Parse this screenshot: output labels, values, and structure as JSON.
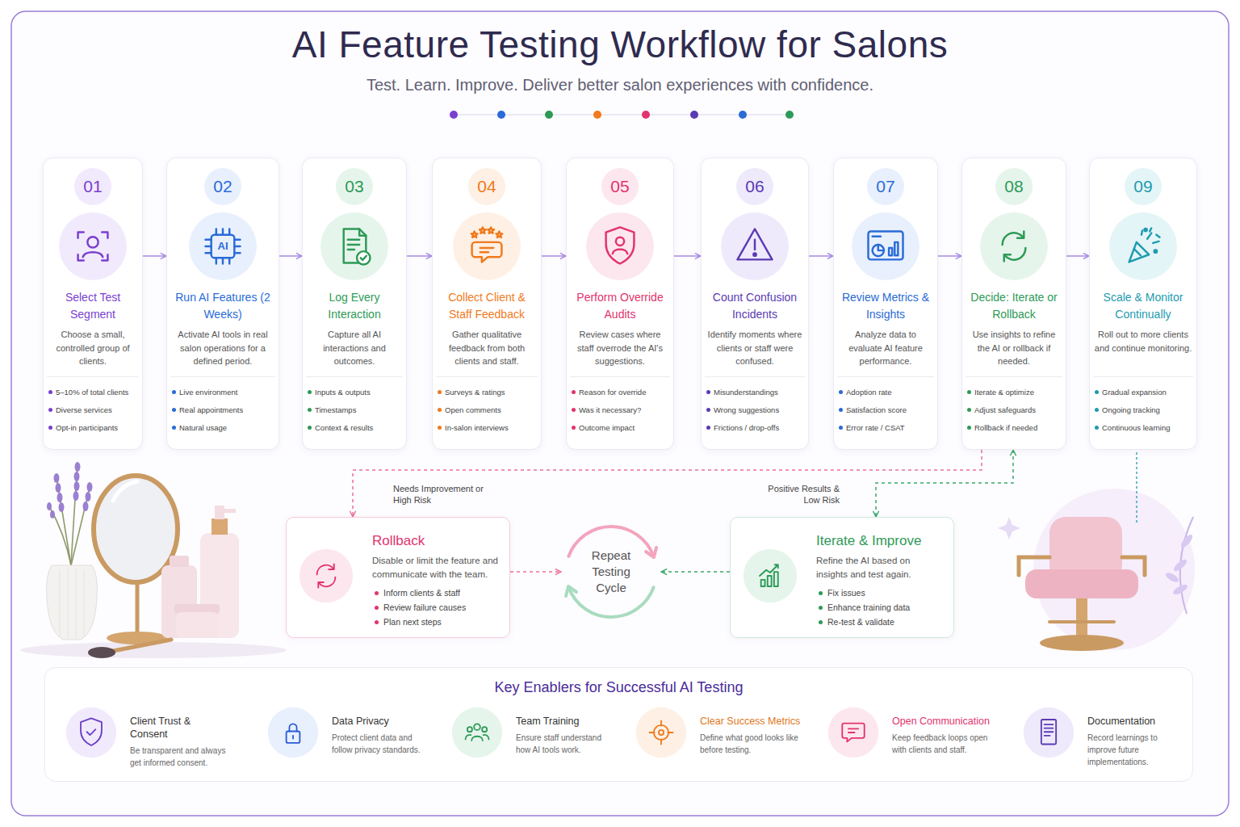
{
  "diagram": {
    "title": "AI Feature Testing Workflow for Salons",
    "caption": "Test. Learn. Improve. Deliver better salon experiences with confidence.",
    "nodes": [
      {
        "text": [
          "01",
          "Select Test Segment",
          "Choose a small, controlled group of clients.",
          "5–10% of total clients",
          "Diverse services",
          "Opt-in participants"
        ]
      },
      {
        "text": [
          "02",
          "Run AI Features (2 Weeks)",
          "Activate AI tools in real salon operations for a defined period.",
          "Live environment",
          "Real appointments",
          "Natural usage"
        ]
      },
      {
        "text": [
          "03",
          "Log Every Interaction",
          "Capture all AI interactions and outcomes.",
          "Inputs & outputs",
          "Timestamps",
          "Context & results"
        ]
      },
      {
        "text": [
          "04",
          "Collect Client & Staff Feedback",
          "Gather qualitative feedback from both clients and staff.",
          "Surveys & ratings",
          "Open comments",
          "In-salon interviews"
        ]
      },
      {
        "text": [
          "05",
          "Perform Override Audits",
          "Review cases where staff overrode the AI's suggestions.",
          "Reason for override",
          "Was it necessary?",
          "Outcome impact"
        ]
      },
      {
        "text": [
          "06",
          "Count Confusion Incidents",
          "Identify moments where clients or staff were confused.",
          "Misunderstandings",
          "Wrong suggestions",
          "Frictions / drop-offs"
        ]
      },
      {
        "text": [
          "07",
          "Review Metrics & Insights",
          "Analyze data to evaluate AI feature performance.",
          "Adoption rate",
          "Satisfaction score",
          "Error rate / CSAT"
        ]
      },
      {
        "text": [
          "08",
          "Decide: Iterate or Rollback",
          "Use insights to refine the AI or rollback if needed.",
          "Iterate & optimize",
          "Adjust safeguards",
          "Rollback if needed"
        ]
      },
      {
        "text": [
          "09",
          "Scale & Monitor Continually",
          "Roll out to more clients and continue monitoring.",
          "Gradual expansion",
          "Ongoing tracking",
          "Continuous learning"
        ]
      },
      {
        "text": [
          "Rollback",
          "Disable or limit the feature and communicate with the team.",
          "Inform clients & staff",
          "Review failure causes",
          "Plan next steps"
        ]
      },
      {
        "text": [
          "Repeat Testing Cycle"
        ]
      },
      {
        "text": [
          "Iterate & Improve",
          "Refine the AI based on insights and test again.",
          "Fix issues",
          "Enhance training data",
          "Re-test & validate"
        ]
      },
      {
        "text": [
          "Key Enablers for Successful AI Testing"
        ]
      },
      {
        "text": [
          "Client Trust & Consent",
          "Be transparent and always get informed consent."
        ],
        "in": 12
      },
      {
        "text": [
          "Data Privacy",
          "Protect client data and follow privacy standards."
        ],
        "in": 12
      },
      {
        "text": [
          "Team Training",
          "Ensure staff understand how AI tools work."
        ],
        "in": 12
      },
      {
        "text": [
          "Clear Success Metrics",
          "Define what good looks like before testing."
        ],
        "in": 12
      },
      {
        "text": [
          "Open Communication",
          "Keep feedback loops open with clients and staff."
        ],
        "in": 12
      },
      {
        "text": [
          "Documentation",
          "Record learnings to improve future implementations."
        ],
        "in": 12
      }
    ],
    "edges": [
      {
        "from": 0,
        "to": 1,
        "arrow": "to"
      },
      {
        "from": 1,
        "to": 2,
        "arrow": "to"
      },
      {
        "from": 2,
        "to": 3,
        "arrow": "to"
      },
      {
        "from": 3,
        "to": 4,
        "arrow": "to"
      },
      {
        "from": 4,
        "to": 5,
        "arrow": "to"
      },
      {
        "from": 5,
        "to": 6,
        "arrow": "to"
      },
      {
        "from": 6,
        "to": 7,
        "arrow": "to"
      },
      {
        "from": 7,
        "to": 8,
        "arrow": "to"
      },
      {
        "from": 7,
        "to": 9,
        "label": "Needs Improvement or High Risk",
        "arrow": "to"
      },
      {
        "from": 7,
        "to": 11,
        "label": "Positive Results & Low Risk",
        "arrow": "both"
      },
      {
        "from": 9,
        "to": 10,
        "arrow": "to"
      },
      {
        "from": 11,
        "to": 10,
        "arrow": "to"
      }
    ],
    "labels": [
      "AI"
    ]
  }
}
